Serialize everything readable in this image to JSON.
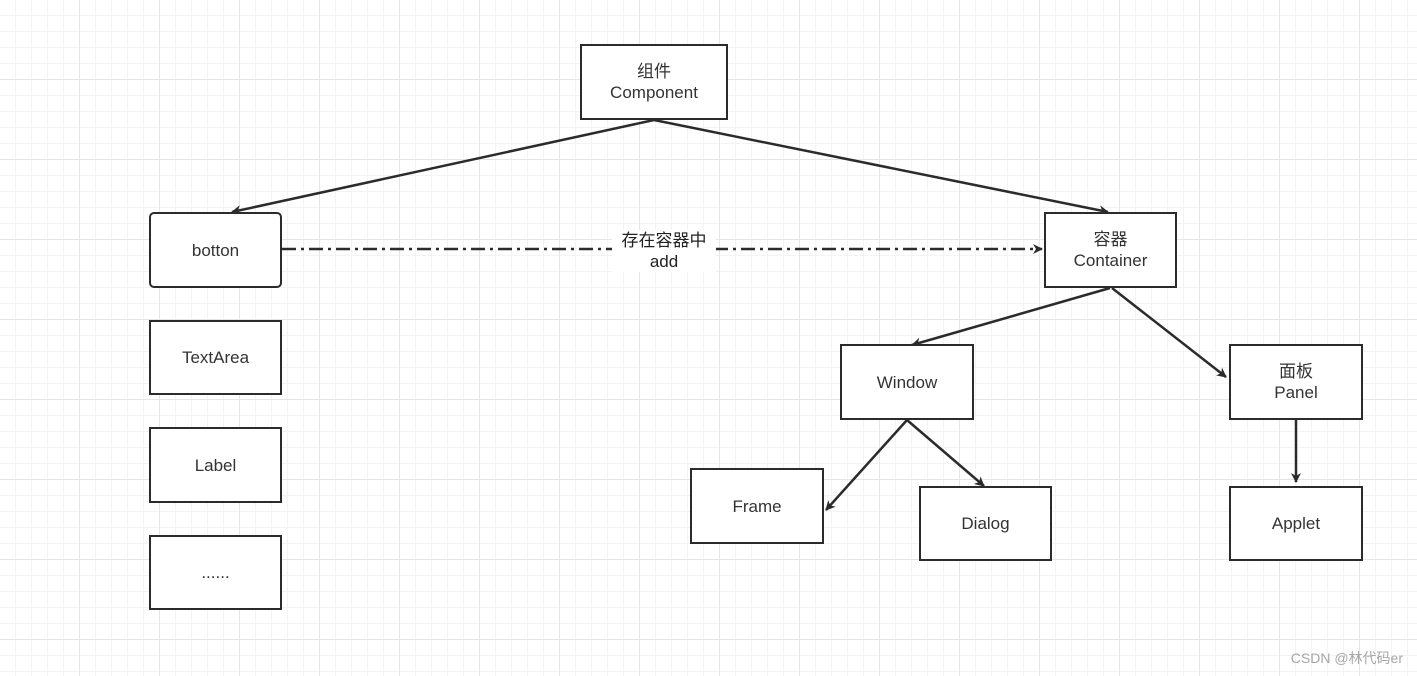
{
  "nodes": {
    "component": {
      "line1": "组件",
      "line2": "Component"
    },
    "botton": {
      "label": "botton"
    },
    "textarea": {
      "label": "TextArea"
    },
    "label": {
      "label": "Label"
    },
    "more": {
      "label": "......"
    },
    "container": {
      "line1": "容器",
      "line2": "Container"
    },
    "window": {
      "label": "Window"
    },
    "panel": {
      "line1": "面板",
      "line2": "Panel"
    },
    "frame": {
      "label": "Frame"
    },
    "dialog": {
      "label": "Dialog"
    },
    "applet": {
      "label": "Applet"
    }
  },
  "edges": {
    "add_label": {
      "line1": "存在容器中",
      "line2": "add"
    }
  },
  "colors": {
    "stroke": "#2b2b2b",
    "text": "#333333"
  },
  "watermark": "CSDN @林代码er"
}
